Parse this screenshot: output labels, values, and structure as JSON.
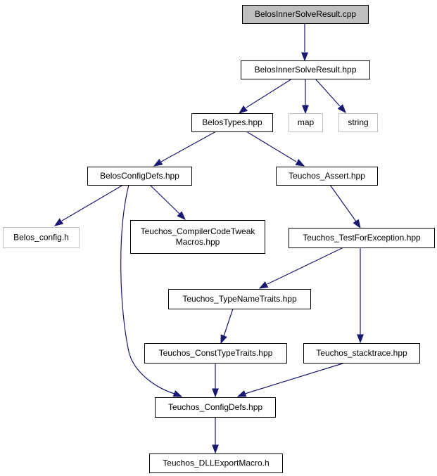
{
  "colors": {
    "edge": "#191970",
    "root_fill": "#bfbfbf",
    "external_stroke": "#bfbfbf",
    "node_stroke": "#000000"
  },
  "nodes": [
    {
      "id": "n_result_cpp",
      "lines": [
        "BelosInnerSolveResult.cpp"
      ],
      "kind": "root"
    },
    {
      "id": "n_result_hpp",
      "lines": [
        "BelosInnerSolveResult.hpp"
      ],
      "kind": "normal"
    },
    {
      "id": "n_types",
      "lines": [
        "BelosTypes.hpp"
      ],
      "kind": "normal"
    },
    {
      "id": "n_map",
      "lines": [
        "map"
      ],
      "kind": "external"
    },
    {
      "id": "n_string",
      "lines": [
        "string"
      ],
      "kind": "external"
    },
    {
      "id": "n_configdefs",
      "lines": [
        "BelosConfigDefs.hpp"
      ],
      "kind": "normal"
    },
    {
      "id": "n_assert",
      "lines": [
        "Teuchos_Assert.hpp"
      ],
      "kind": "normal"
    },
    {
      "id": "n_belos_config",
      "lines": [
        "Belos_config.h"
      ],
      "kind": "external"
    },
    {
      "id": "n_tweak",
      "lines": [
        "Teuchos_CompilerCodeTweak",
        "Macros.hpp"
      ],
      "kind": "normal"
    },
    {
      "id": "n_testforexc",
      "lines": [
        "Teuchos_TestForException.hpp"
      ],
      "kind": "normal"
    },
    {
      "id": "n_typename",
      "lines": [
        "Teuchos_TypeNameTraits.hpp"
      ],
      "kind": "normal"
    },
    {
      "id": "n_consttype",
      "lines": [
        "Teuchos_ConstTypeTraits.hpp"
      ],
      "kind": "normal"
    },
    {
      "id": "n_stacktrace",
      "lines": [
        "Teuchos_stacktrace.hpp"
      ],
      "kind": "normal"
    },
    {
      "id": "n_teuchos_configdefs",
      "lines": [
        "Teuchos_ConfigDefs.hpp"
      ],
      "kind": "normal"
    },
    {
      "id": "n_dllexport",
      "lines": [
        "Teuchos_DLLExportMacro.h"
      ],
      "kind": "normal"
    }
  ],
  "edges": [
    {
      "from": "n_result_cpp",
      "to": "n_result_hpp"
    },
    {
      "from": "n_result_hpp",
      "to": "n_types"
    },
    {
      "from": "n_result_hpp",
      "to": "n_map"
    },
    {
      "from": "n_result_hpp",
      "to": "n_string"
    },
    {
      "from": "n_types",
      "to": "n_configdefs"
    },
    {
      "from": "n_types",
      "to": "n_assert"
    },
    {
      "from": "n_configdefs",
      "to": "n_belos_config"
    },
    {
      "from": "n_configdefs",
      "to": "n_tweak"
    },
    {
      "from": "n_configdefs",
      "to": "n_teuchos_configdefs"
    },
    {
      "from": "n_assert",
      "to": "n_testforexc"
    },
    {
      "from": "n_testforexc",
      "to": "n_typename"
    },
    {
      "from": "n_testforexc",
      "to": "n_stacktrace"
    },
    {
      "from": "n_typename",
      "to": "n_consttype"
    },
    {
      "from": "n_consttype",
      "to": "n_teuchos_configdefs"
    },
    {
      "from": "n_stacktrace",
      "to": "n_teuchos_configdefs"
    },
    {
      "from": "n_teuchos_configdefs",
      "to": "n_dllexport"
    }
  ]
}
